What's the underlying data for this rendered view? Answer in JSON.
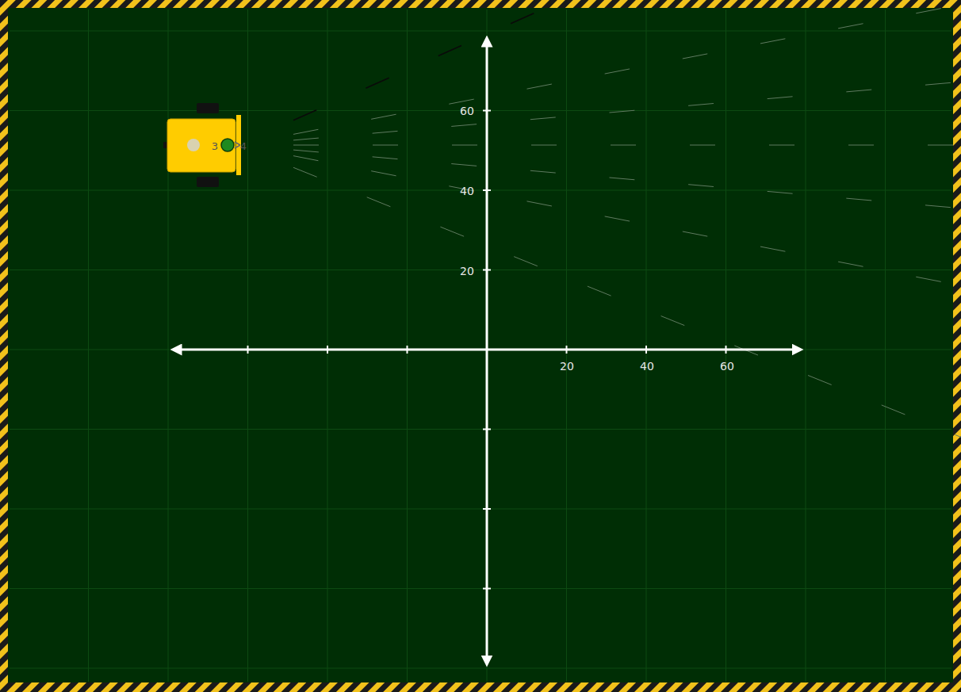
{
  "diagram": {
    "labels": [
      "60",
      "40",
      "20",
      "20",
      "40",
      "60",
      "3",
      "4"
    ]
  }
}
